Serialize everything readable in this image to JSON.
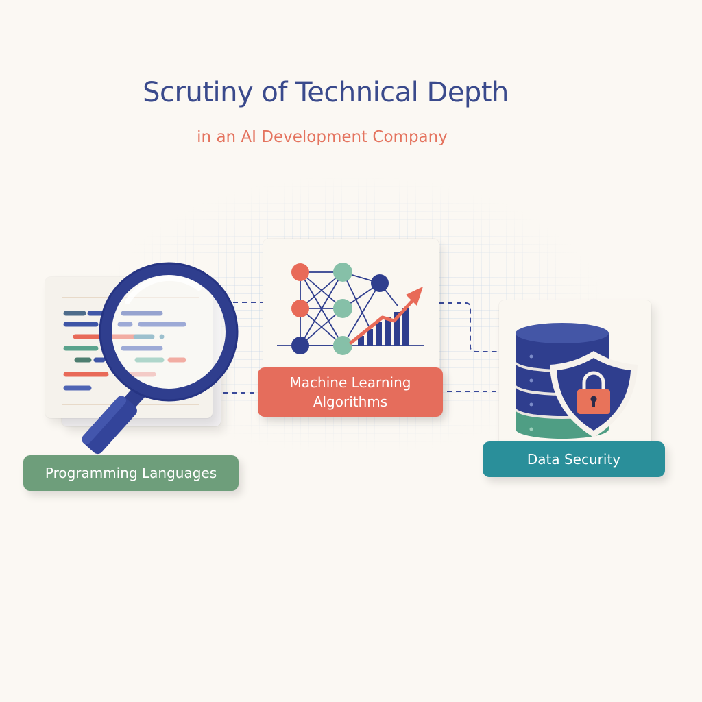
{
  "header": {
    "title": "Scrutiny of Technical Depth",
    "subtitle": "in an AI Development Company"
  },
  "colors": {
    "background": "#fbf8f3",
    "title": "#3a4a8c",
    "subtitle": "#e4735e",
    "navy": "#2f3e8e",
    "coral": "#e56d5c",
    "sage_green": "#6e9e7b",
    "mint": "#86c0a8",
    "teal": "#2a8f9a"
  },
  "nodes": [
    {
      "id": "programming-languages",
      "label": "Programming Languages",
      "icon": "magnifier-over-code-icon",
      "color": "#6e9e7b"
    },
    {
      "id": "machine-learning-algorithms",
      "label_line1": "Machine Learning",
      "label_line2": "Algorithms",
      "icon": "neural-network-growth-chart-icon",
      "color": "#e56d5c"
    },
    {
      "id": "data-security",
      "label": "Data Security",
      "icon": "database-shield-lock-icon",
      "color": "#2a8f9a"
    }
  ],
  "connectors": [
    {
      "from": "programming-languages",
      "to": "machine-learning-algorithms",
      "style": "dashed"
    },
    {
      "from": "machine-learning-algorithms",
      "to": "data-security",
      "style": "dashed"
    }
  ]
}
